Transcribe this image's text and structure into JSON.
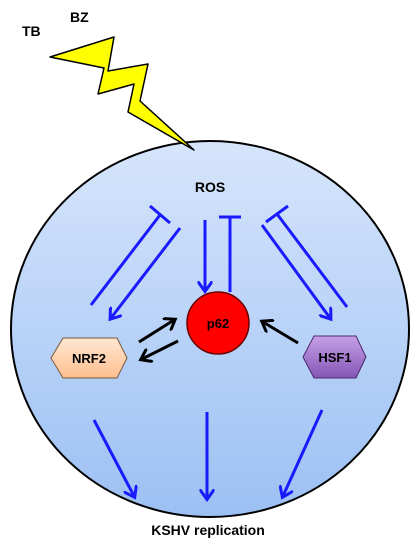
{
  "stimuli": {
    "tb_label": "TB",
    "bz_label": "BZ"
  },
  "cell": {
    "ros_label": "ROS"
  },
  "nodes": {
    "p62": {
      "label": "p62",
      "color": "#ff0000"
    },
    "nrf2": {
      "label": "NRF2",
      "color": "#ffd2ad"
    },
    "hsf1": {
      "label": "HSF1",
      "color": "#a276c9"
    }
  },
  "outcome": {
    "label": "KSHV replication"
  },
  "colors": {
    "cell_top": "#d6e5fb",
    "cell_bottom": "#9fc2f5",
    "lightning": "#ffff00",
    "activation_arrow": "#1a1aff",
    "interaction_arrow": "#000000"
  },
  "icons": {
    "stimulus": "lightning-bolt-icon",
    "activation": "blue-arrow",
    "inhibition": "blue-t-bar",
    "interaction": "black-arrow"
  }
}
